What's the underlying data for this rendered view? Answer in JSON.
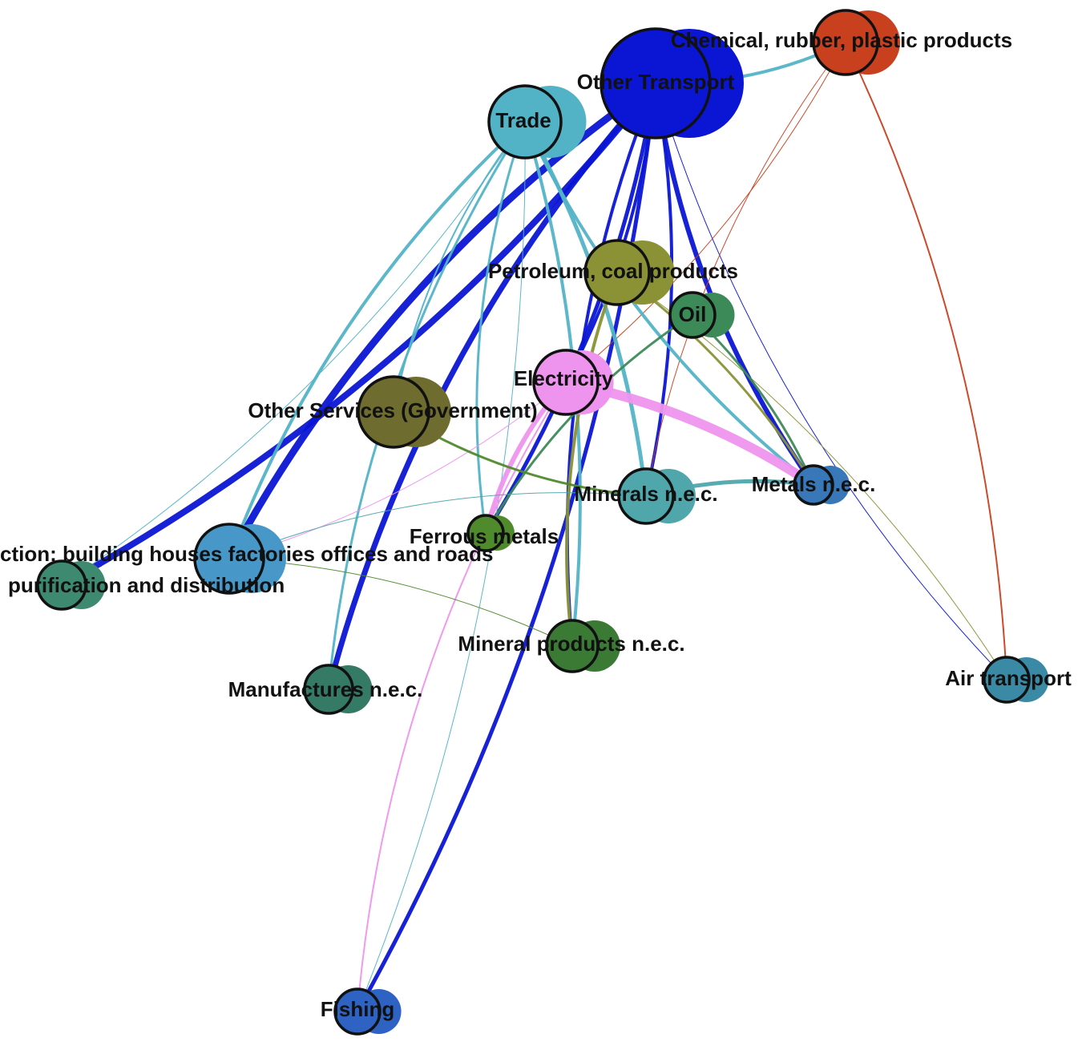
{
  "colors": {
    "other_transport": "#0b16d4",
    "trade": "#52b3c6",
    "chemical": "#c9401f",
    "petroleum": "#8a9235",
    "oil": "#3c8a58",
    "electricity": "#ee94ee",
    "other_services": "#6e6c2e",
    "minerals": "#4fa7ac",
    "metals": "#3877b8",
    "ferrous": "#4f8a2c",
    "construction": "#4798c8",
    "water": "#3e8a70",
    "manufactures": "#347a64",
    "mineral_products": "#3a7a35",
    "air_transport": "#3a8aa5",
    "fishing": "#2e63c3"
  },
  "nodes": [
    {
      "id": "other_transport",
      "label": "Other Transport",
      "icon": "node-circle"
    },
    {
      "id": "chemical",
      "label": "Chemical, rubber, plastic products",
      "icon": "node-circle"
    },
    {
      "id": "trade",
      "label": "Trade",
      "icon": "node-circle"
    },
    {
      "id": "petroleum",
      "label": "Petroleum, coal products",
      "icon": "node-circle"
    },
    {
      "id": "oil",
      "label": "Oil",
      "icon": "node-circle"
    },
    {
      "id": "electricity",
      "label": "Electricity",
      "icon": "node-circle"
    },
    {
      "id": "other_services",
      "label": "Other Services (Government)",
      "icon": "node-circle"
    },
    {
      "id": "minerals",
      "label": "Minerals n.e.c.",
      "icon": "node-circle"
    },
    {
      "id": "metals",
      "label": "Metals n.e.c.",
      "icon": "node-circle"
    },
    {
      "id": "ferrous",
      "label": "Ferrous metals",
      "icon": "node-circle"
    },
    {
      "id": "construction",
      "label": "ction: building houses factories offices and roads",
      "icon": "node-circle"
    },
    {
      "id": "water",
      "label": "purification and distribution",
      "icon": "node-circle"
    },
    {
      "id": "manufactures",
      "label": "Manufactures n.e.c.",
      "icon": "node-circle"
    },
    {
      "id": "mineral_products",
      "label": "Mineral products n.e.c.",
      "icon": "node-circle"
    },
    {
      "id": "air_transport",
      "label": "Air transport",
      "icon": "node-circle"
    },
    {
      "id": "fishing",
      "label": "Fishing",
      "icon": "node-circle"
    }
  ],
  "edges": [
    {
      "from": "other_transport",
      "to": "construction",
      "weight": 9,
      "color": "other_transport"
    },
    {
      "from": "other_transport",
      "to": "water",
      "weight": 8,
      "color": "other_transport"
    },
    {
      "from": "other_transport",
      "to": "manufactures",
      "weight": 7,
      "color": "other_transport"
    },
    {
      "from": "other_transport",
      "to": "fishing",
      "weight": 5,
      "color": "other_transport"
    },
    {
      "from": "other_transport",
      "to": "metals",
      "weight": 6,
      "color": "other_transport"
    },
    {
      "from": "other_transport",
      "to": "minerals",
      "weight": 4,
      "color": "other_transport"
    },
    {
      "from": "other_transport",
      "to": "mineral_products",
      "weight": 4,
      "color": "other_transport"
    },
    {
      "from": "other_transport",
      "to": "ferrous",
      "weight": 5,
      "color": "other_transport"
    },
    {
      "from": "other_transport",
      "to": "air_transport",
      "weight": 1,
      "color": "other_transport"
    },
    {
      "from": "other_transport",
      "to": "electricity",
      "weight": 4,
      "color": "other_transport"
    },
    {
      "from": "other_transport",
      "to": "chemical",
      "weight": 4,
      "color": "trade"
    },
    {
      "from": "chemical",
      "to": "air_transport",
      "weight": 2,
      "color": "chemical"
    },
    {
      "from": "chemical",
      "to": "minerals",
      "weight": 1,
      "color": "chemical"
    },
    {
      "from": "chemical",
      "to": "electricity",
      "weight": 1,
      "color": "chemical"
    },
    {
      "from": "trade",
      "to": "construction",
      "weight": 4,
      "color": "trade"
    },
    {
      "from": "trade",
      "to": "water",
      "weight": 1,
      "color": "trade"
    },
    {
      "from": "trade",
      "to": "manufactures",
      "weight": 3,
      "color": "trade"
    },
    {
      "from": "trade",
      "to": "minerals",
      "weight": 5,
      "color": "trade"
    },
    {
      "from": "trade",
      "to": "metals",
      "weight": 4,
      "color": "trade"
    },
    {
      "from": "trade",
      "to": "mineral_products",
      "weight": 4,
      "color": "trade"
    },
    {
      "from": "trade",
      "to": "ferrous",
      "weight": 3,
      "color": "trade"
    },
    {
      "from": "trade",
      "to": "fishing",
      "weight": 1,
      "color": "trade"
    },
    {
      "from": "trade",
      "to": "other_services",
      "weight": 2,
      "color": "trade"
    },
    {
      "from": "electricity",
      "to": "metals",
      "weight": 12,
      "color": "electricity"
    },
    {
      "from": "electricity",
      "to": "ferrous",
      "weight": 6,
      "color": "electricity"
    },
    {
      "from": "electricity",
      "to": "construction",
      "weight": 1,
      "color": "electricity"
    },
    {
      "from": "electricity",
      "to": "fishing",
      "weight": 2,
      "color": "electricity"
    },
    {
      "from": "petroleum",
      "to": "metals",
      "weight": 3,
      "color": "petroleum"
    },
    {
      "from": "petroleum",
      "to": "mineral_products",
      "weight": 4,
      "color": "petroleum"
    },
    {
      "from": "petroleum",
      "to": "air_transport",
      "weight": 1,
      "color": "petroleum"
    },
    {
      "from": "oil",
      "to": "ferrous",
      "weight": 3,
      "color": "oil"
    },
    {
      "from": "oil",
      "to": "metals",
      "weight": 3,
      "color": "oil"
    },
    {
      "from": "other_services",
      "to": "minerals",
      "weight": 3,
      "color": "ferrous"
    },
    {
      "from": "minerals",
      "to": "metals",
      "weight": 5,
      "color": "minerals"
    },
    {
      "from": "minerals",
      "to": "construction",
      "weight": 1,
      "color": "minerals"
    },
    {
      "from": "construction",
      "to": "mineral_products",
      "weight": 1,
      "color": "ferrous"
    }
  ]
}
